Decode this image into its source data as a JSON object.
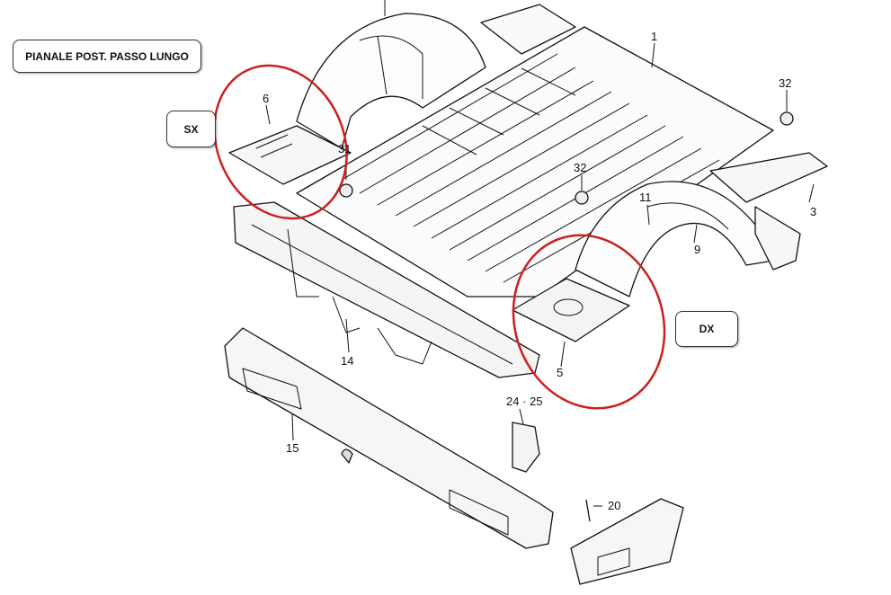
{
  "title": "PIANALE POST. PASSO LUNGO",
  "side_labels": {
    "left": "SX",
    "right": "DX"
  },
  "colors": {
    "highlight": "#cc1f1f",
    "line": "#111111"
  },
  "callouts": {
    "p1": "1",
    "p3": "3",
    "p5": "5",
    "p6": "6",
    "p9": "9",
    "p11": "11",
    "p14": "14",
    "p15": "15",
    "p20": "20",
    "p24_25": "24 · 25",
    "p31": "31",
    "p32a": "32",
    "p32b": "32"
  }
}
